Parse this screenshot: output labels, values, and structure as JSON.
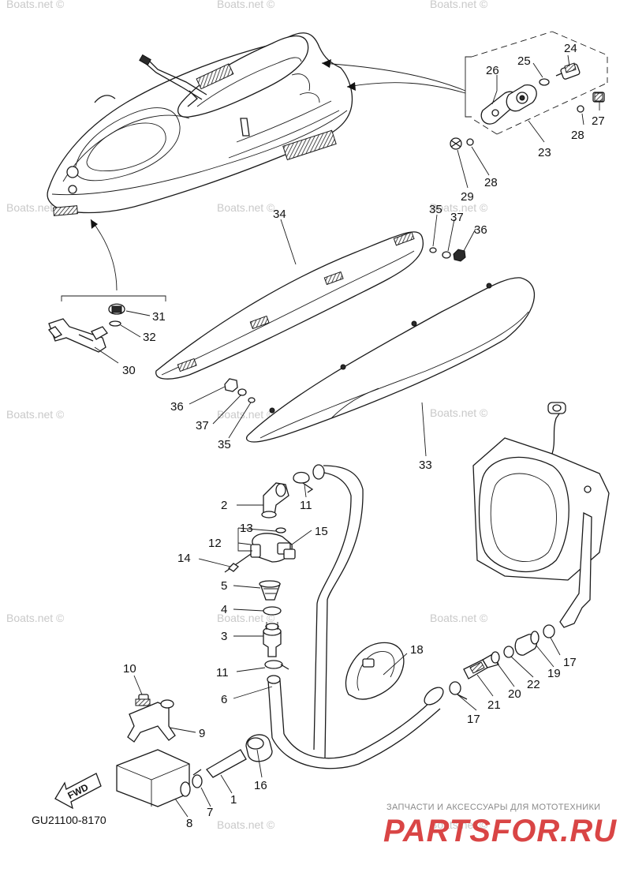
{
  "diagram": {
    "callouts": {
      "p1": "1",
      "p2": "2",
      "p3": "3",
      "p4": "4",
      "p5": "5",
      "p6": "6",
      "p7": "7",
      "p8": "8",
      "p9": "9",
      "p10": "10",
      "p11a": "11",
      "p11b": "11",
      "p12": "12",
      "p13": "13",
      "p14": "14",
      "p15": "15",
      "p16": "16",
      "p17a": "17",
      "p17b": "17",
      "p18": "18",
      "p19": "19",
      "p20": "20",
      "p21": "21",
      "p22": "22",
      "p23": "23",
      "p24": "24",
      "p25": "25",
      "p26": "26",
      "p27": "27",
      "p28a": "28",
      "p28b": "28",
      "p29": "29",
      "p30": "30",
      "p31": "31",
      "p32": "32",
      "p33": "33",
      "p34": "34",
      "p35a": "35",
      "p35b": "35",
      "p36a": "36",
      "p36b": "36",
      "p37a": "37",
      "p37b": "37"
    },
    "fwd_label": "FWD",
    "drawing_code": "GU21100-8170",
    "watermarks": [
      "Boats.net ©",
      "Boats.net ©",
      "Boats.net ©",
      "Boats.net ©",
      "Boats.net ©",
      "Boats.net ©",
      "Boats.net ©",
      "Boats.net ©",
      "Boats.net ©",
      "Boats.net ©",
      "Boats.net ©",
      "Boats.net ©",
      "Boats.net ©",
      "Boats.net ©"
    ],
    "footer_tagline": "ЗАПЧАСТИ И АКСЕССУАРЫ ДЛЯ МОТОТЕХНИКИ",
    "footer_brand": "PARTSFOR.RU",
    "colors": {
      "ink": "#1a1a1a",
      "watermark": "#c9c9c9",
      "brand": "#d94545"
    }
  }
}
